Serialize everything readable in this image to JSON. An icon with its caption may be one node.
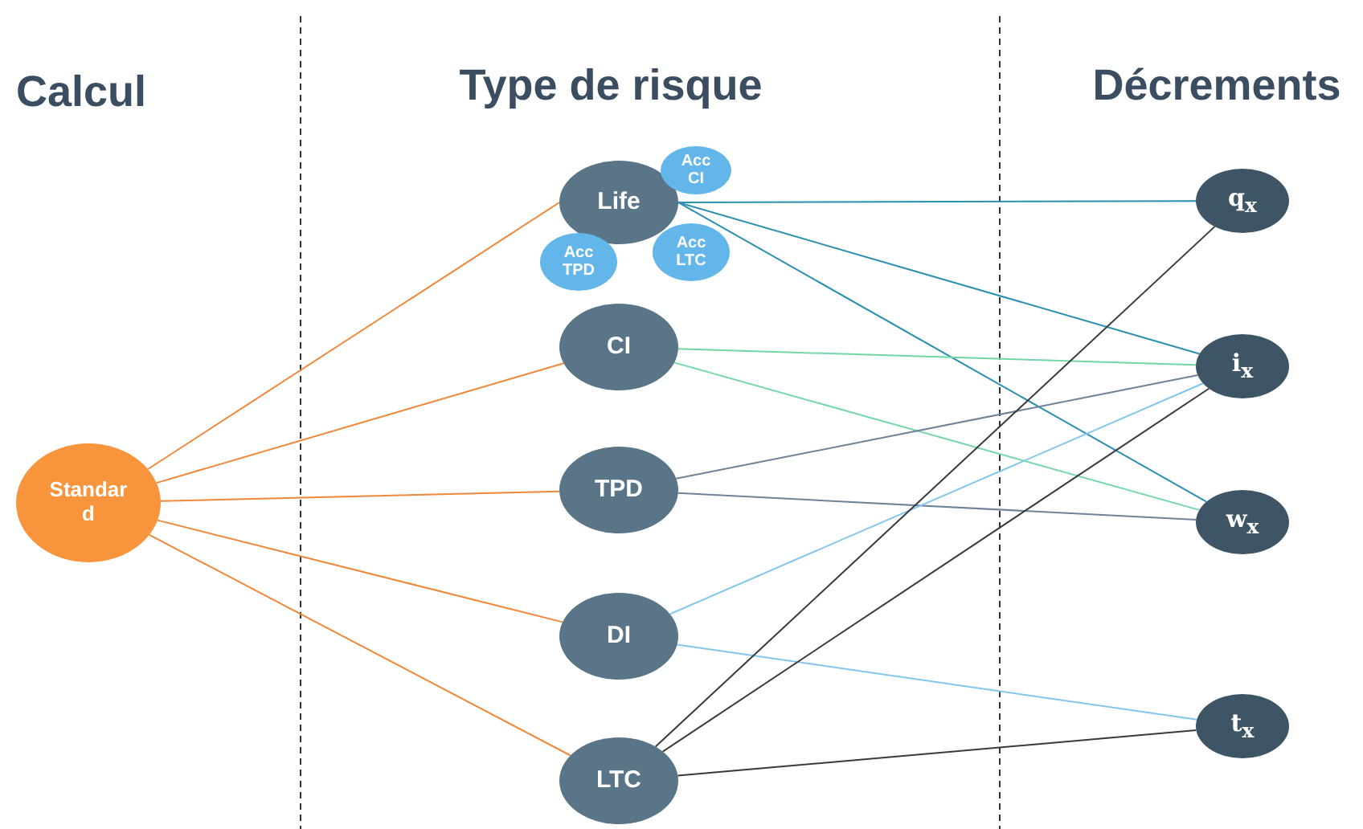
{
  "diagram": {
    "nodes": [
      {
        "text": [
          "Standard"
        ]
      },
      {
        "text": [
          "Life"
        ]
      },
      {
        "text": [
          "Acc CI"
        ]
      },
      {
        "text": [
          "Acc TPD"
        ]
      },
      {
        "text": [
          "Acc LTC"
        ]
      },
      {
        "text": [
          "CI"
        ]
      },
      {
        "text": [
          "TPD"
        ]
      },
      {
        "text": [
          "DI"
        ]
      },
      {
        "text": [
          "LTC"
        ]
      },
      {
        "text": [
          "q$_{x}$"
        ]
      },
      {
        "text": [
          "i$_{x}$"
        ]
      },
      {
        "text": [
          "w$_{x}$"
        ]
      },
      {
        "text": [
          "t$_{x}$"
        ]
      }
    ],
    "edges": [
      {
        "from": 0,
        "to": 1,
        "arrow": "none",
        "color": "#f0883a"
      },
      {
        "from": 0,
        "to": 5,
        "arrow": "none",
        "color": "#f0883a"
      },
      {
        "from": 0,
        "to": 6,
        "arrow": "none",
        "color": "#f0883a"
      },
      {
        "from": 0,
        "to": 7,
        "arrow": "none",
        "color": "#f0883a"
      },
      {
        "from": 0,
        "to": 8,
        "arrow": "none",
        "color": "#f0883a"
      },
      {
        "from": 1,
        "to": 9,
        "arrow": "none",
        "color": "#2a8fb0"
      },
      {
        "from": 1,
        "to": 10,
        "arrow": "none",
        "color": "#2a8fb0"
      },
      {
        "from": 1,
        "to": 11,
        "arrow": "none",
        "color": "#2a8fb0"
      },
      {
        "from": 5,
        "to": 10,
        "arrow": "none",
        "color": "#72d6a6"
      },
      {
        "from": 5,
        "to": 11,
        "arrow": "none",
        "color": "#72d6a6"
      },
      {
        "from": 6,
        "to": 10,
        "arrow": "none",
        "color": "#6f8398"
      },
      {
        "from": 6,
        "to": 11,
        "arrow": "none",
        "color": "#6f8398"
      },
      {
        "from": 7,
        "to": 10,
        "arrow": "none",
        "color": "#82c6ee"
      },
      {
        "from": 7,
        "to": 12,
        "arrow": "none",
        "color": "#82c6ee"
      },
      {
        "from": 8,
        "to": 9,
        "arrow": "none",
        "color": "#3a3a3a"
      },
      {
        "from": 8,
        "to": 10,
        "arrow": "none",
        "color": "#3a3a3a"
      },
      {
        "from": 8,
        "to": 12,
        "arrow": "none",
        "color": "#3a3a3a"
      }
    ],
    "labels": [
      "Calcul",
      "Type de risque",
      "Décrements"
    ]
  }
}
